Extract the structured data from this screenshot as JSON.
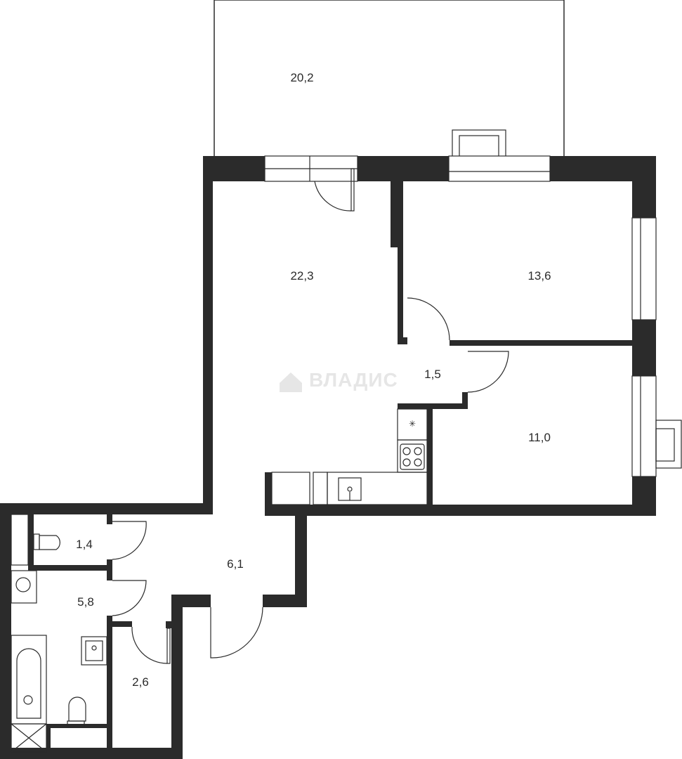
{
  "rooms": {
    "balcony": {
      "area": "20,2"
    },
    "living": {
      "area": "22,3"
    },
    "bedroom1": {
      "area": "13,6"
    },
    "corridor": {
      "area": "1,5"
    },
    "bedroom2": {
      "area": "11,0"
    },
    "toilet": {
      "area": "1,4"
    },
    "hall": {
      "area": "6,1"
    },
    "bathroom": {
      "area": "5,8"
    },
    "storage": {
      "area": "2,6"
    }
  },
  "watermark": {
    "text": "ВЛАДИС",
    "icon": "house-logo-icon"
  },
  "colors": {
    "wall": "#2b2b2b",
    "line": "#2b2b2b",
    "watermark": "#e6e6e6"
  }
}
